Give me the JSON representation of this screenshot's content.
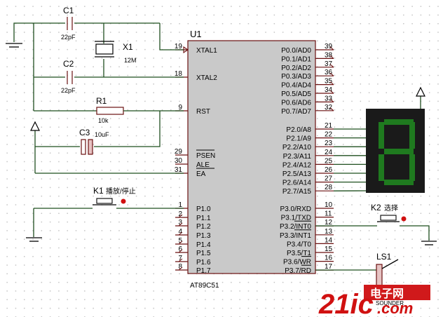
{
  "chip": {
    "ref": "U1",
    "part": "AT89C51",
    "left_pins": [
      {
        "num": "19",
        "name": "XTAL1"
      },
      {
        "num": "18",
        "name": "XTAL2"
      },
      {
        "num": "9",
        "name": "RST"
      },
      {
        "num": "29",
        "name": "PSEN"
      },
      {
        "num": "30",
        "name": "ALE"
      },
      {
        "num": "31",
        "name": "EA"
      },
      {
        "num": "1",
        "name": "P1.0"
      },
      {
        "num": "2",
        "name": "P1.1"
      },
      {
        "num": "3",
        "name": "P1.2"
      },
      {
        "num": "4",
        "name": "P1.3"
      },
      {
        "num": "5",
        "name": "P1.4"
      },
      {
        "num": "6",
        "name": "P1.5"
      },
      {
        "num": "7",
        "name": "P1.6"
      },
      {
        "num": "8",
        "name": "P1.7"
      }
    ],
    "right_pins": [
      {
        "num": "39",
        "name": "P0.0/AD0"
      },
      {
        "num": "38",
        "name": "P0.1/AD1"
      },
      {
        "num": "37",
        "name": "P0.2/AD2"
      },
      {
        "num": "36",
        "name": "P0.3/AD3"
      },
      {
        "num": "35",
        "name": "P0.4/AD4"
      },
      {
        "num": "34",
        "name": "P0.5/AD5"
      },
      {
        "num": "33",
        "name": "P0.6/AD6"
      },
      {
        "num": "32",
        "name": "P0.7/AD7"
      },
      {
        "num": "21",
        "name": "P2.0/A8"
      },
      {
        "num": "22",
        "name": "P2.1/A9"
      },
      {
        "num": "23",
        "name": "P2.2/A10"
      },
      {
        "num": "24",
        "name": "P2.3/A11"
      },
      {
        "num": "25",
        "name": "P2.4/A12"
      },
      {
        "num": "26",
        "name": "P2.5/A13"
      },
      {
        "num": "27",
        "name": "P2.6/A14"
      },
      {
        "num": "28",
        "name": "P2.7/A15"
      },
      {
        "num": "10",
        "name": "P3.0/RXD"
      },
      {
        "num": "11",
        "name": "P3.1/TXD"
      },
      {
        "num": "12",
        "name": "P3.2/INT0"
      },
      {
        "num": "13",
        "name": "P3.3/INT1"
      },
      {
        "num": "14",
        "name": "P3.4/T0"
      },
      {
        "num": "15",
        "name": "P3.5/T1"
      },
      {
        "num": "16",
        "name": "P3.6/WR"
      },
      {
        "num": "17",
        "name": "P3.7/RD"
      }
    ]
  },
  "components": {
    "c1": {
      "ref": "C1",
      "value": "22pF"
    },
    "c2": {
      "ref": "C2",
      "value": "22pF"
    },
    "x1": {
      "ref": "X1",
      "value": "12M"
    },
    "r1": {
      "ref": "R1",
      "value": "10k"
    },
    "c3": {
      "ref": "C3",
      "value": "10uF"
    },
    "k1": {
      "ref": "K1",
      "label": "播放/停止"
    },
    "k2": {
      "ref": "K2",
      "label": "选择"
    },
    "ls1": {
      "ref": "LS1",
      "value": "SOUNDER"
    }
  },
  "display": {
    "digit": "8",
    "segment_color": "#1f7a1f",
    "body_color": "#1a1a1a"
  },
  "watermark": {
    "text": "21ic",
    "sub": "电子网",
    "domain": ".com"
  },
  "colors": {
    "wire": "#1f4f1f",
    "chip_fill": "#c9c9c9",
    "component": "#6a1010",
    "accent": "#d01010"
  }
}
